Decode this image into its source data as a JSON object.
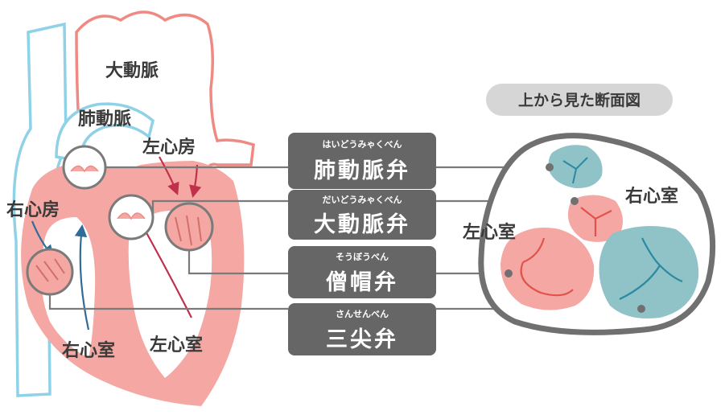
{
  "heart": {
    "aorta": "大動脈",
    "pulmonary_artery": "肺動脈",
    "left_atrium": "左心房",
    "right_atrium": "右心房",
    "right_ventricle": "右心室",
    "left_ventricle": "左心室"
  },
  "valves": [
    {
      "ruby": "はいどうみゃくべん",
      "name": "肺動脈弁"
    },
    {
      "ruby": "だいどうみゃくべん",
      "name": "大動脈弁"
    },
    {
      "ruby": "そうぼうべん",
      "name": "僧帽弁"
    },
    {
      "ruby": "さんせんべん",
      "name": "三尖弁"
    }
  ],
  "top_view": {
    "title": "上から見た断面図",
    "right_ventricle": "右心室",
    "left_ventricle": "左心室"
  },
  "colors": {
    "blood_red": "#f4a7a3",
    "outline_red": "#ef8a83",
    "vessel_blue": "#8fd1e6",
    "teal": "#8fc3c8",
    "box": "#666666",
    "ring": "#7a7a7a",
    "arrow_red": "#c0304a",
    "arrow_blue": "#2f6c9a"
  }
}
